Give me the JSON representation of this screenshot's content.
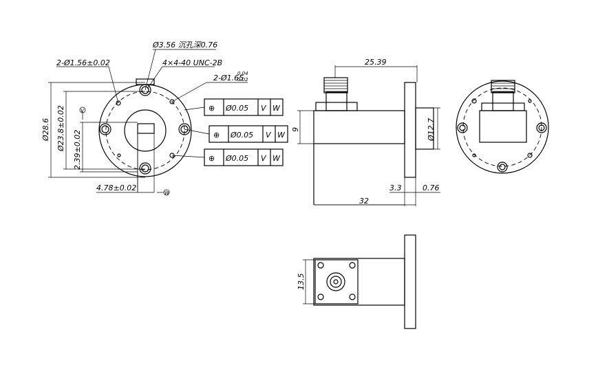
{
  "annotations": {
    "holes_156": "2-Ø1.56±0.02",
    "countersink": "Ø3.56 沉孔深0.76",
    "thread": "4×4-40 UNC-2B",
    "holes_165_main": "2-Ø1.65",
    "holes_165_tol_upper": "0.04",
    "holes_165_tol_lower": "0.02"
  },
  "front_dims": {
    "outer_dia": "Ø28.6",
    "pitch_dia": "Ø23.8±0.02",
    "offset_v": "2.39±0.02",
    "offset_h": "4.78±0.02",
    "datum_v_letter": "V",
    "datum_w_letter": "W"
  },
  "tolerance_frames": [
    {
      "symbol": "⊕",
      "value": "Ø0.05",
      "datum1": "V",
      "datum2": "W"
    },
    {
      "symbol": "⊕",
      "value": "Ø0.05",
      "datum1": "V",
      "datum2": "W"
    },
    {
      "symbol": "⊕",
      "value": "Ø0.05",
      "datum1": "V",
      "datum2": "W"
    }
  ],
  "side_dims": {
    "connector_pos": "25.39",
    "height": "9",
    "flange_dia": "Ø12.7",
    "flange_gap": "3.3",
    "flange_thk": "0.76",
    "length": "32"
  },
  "bottom_dims": {
    "square": "13.5"
  }
}
